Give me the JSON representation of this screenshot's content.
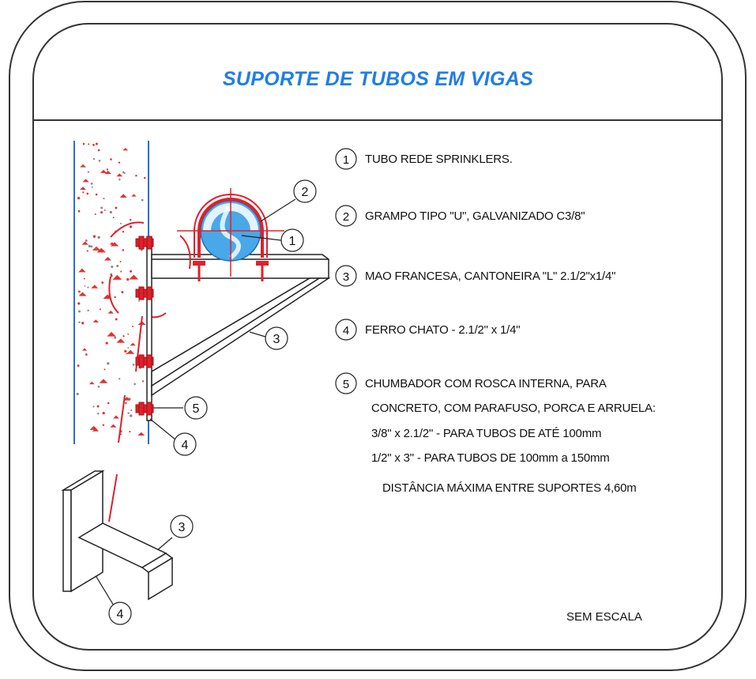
{
  "title": "SUPORTE DE TUBOS EM VIGAS",
  "legend": [
    {
      "number": "1",
      "text": "TUBO REDE SPRINKLERS."
    },
    {
      "number": "2",
      "text": "GRAMPO TIPO \"U\", GALVANIZADO C3/8\""
    },
    {
      "number": "3",
      "text": "MAO FRANCESA, CANTONEIRA \"L\"  2.1/2\"x1/4\""
    },
    {
      "number": "4",
      "text": "FERRO CHATO - 2.1/2\" x 1/4\""
    },
    {
      "number": "5",
      "text": "CHUMBADOR COM ROSCA INTERNA, PARA"
    }
  ],
  "legend_continuation": [
    "CONCRETO, COM PARAFUSO, PORCA E ARRUELA:",
    "3/8\" x 2.1/2\" - PARA TUBOS DE ATÉ 100mm",
    "1/2\" x 3\" - PARA TUBOS DE 100mm a 150mm"
  ],
  "max_distance_note": "DISTÂNCIA MÁXIMA ENTRE SUPORTES 4,60m",
  "scale_note": "SEM ESCALA",
  "callouts": {
    "pipe": "1",
    "clamp": "2",
    "bracket_main": "3",
    "anchor": "5",
    "flat_bar_main": "4",
    "bracket_detail": "3",
    "flat_bar_detail": "4"
  },
  "colors": {
    "title": "#1f7ee8",
    "concrete_edge": "#2a6fd6",
    "anchor_red": "#e0202a",
    "pipe_blue": "#49a8e8",
    "outline": "#222222"
  }
}
